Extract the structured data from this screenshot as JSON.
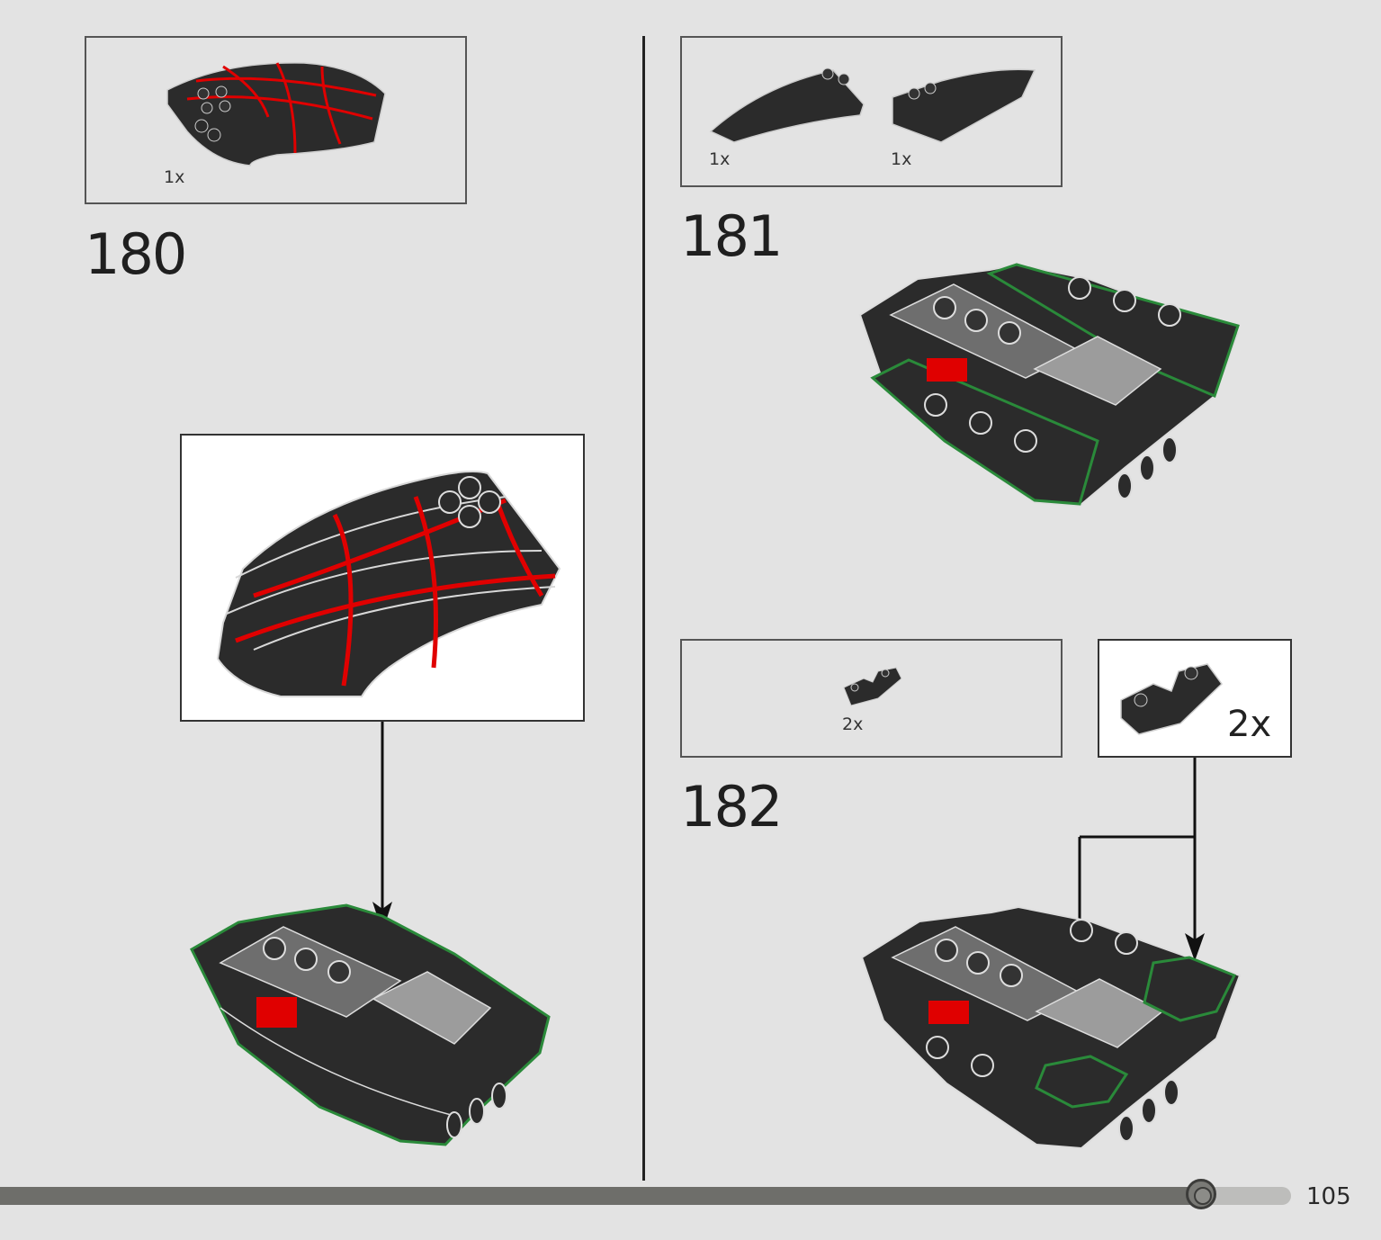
{
  "steps": [
    {
      "number": "180",
      "parts": [
        {
          "qty": "1x"
        }
      ],
      "callout_qty": ""
    },
    {
      "number": "181",
      "parts": [
        {
          "qty": "1x"
        },
        {
          "qty": "1x"
        }
      ]
    },
    {
      "number": "182",
      "parts": [
        {
          "qty": "2x"
        }
      ],
      "callout_qty": "2x"
    }
  ],
  "footer": {
    "page_number": "105",
    "progress_fraction": 0.93
  },
  "colors": {
    "background": "#e3e3e3",
    "brick_black": "#2b2b2b",
    "web_red": "#e00000",
    "highlight_green": "#2a8a3a",
    "light_gray": "#9c9c9c"
  },
  "icons": {
    "part_curved_wedge": "curved-slope-red-web",
    "part_wedge_left": "wedge-slope-left",
    "part_wedge_right": "wedge-slope-right",
    "part_inverted_slope": "curved-inverted-slope-1x2"
  }
}
